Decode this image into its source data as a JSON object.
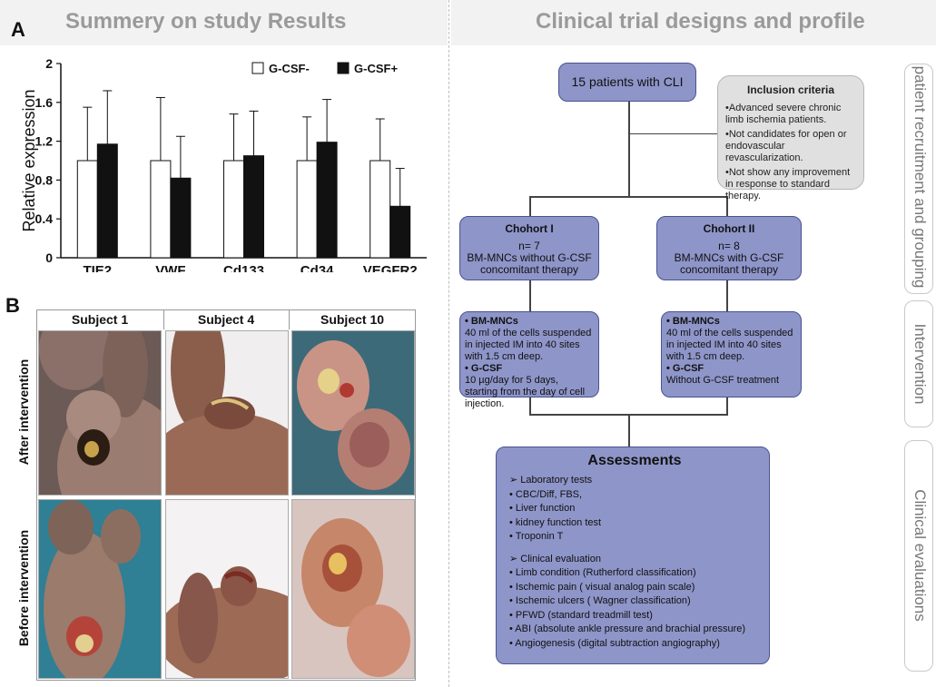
{
  "panel_a": {
    "letter": "A",
    "title": "Summery on study Results"
  },
  "panel_b": {
    "letter": "B",
    "columns": [
      "Subject 1",
      "Subject 4",
      "Subject 10"
    ],
    "rows": [
      "After intervention",
      "Before intervention"
    ]
  },
  "right_panel": {
    "title": "Clinical trial designs and profile"
  },
  "chart_data": {
    "type": "bar",
    "categories": [
      "TIE2",
      "VWF",
      "Cd133",
      "Cd34",
      "VEGFR2"
    ],
    "series": [
      {
        "name": "G-CSF-",
        "values": [
          1.0,
          1.0,
          1.0,
          1.0,
          1.0
        ],
        "errors": [
          0.55,
          0.65,
          0.48,
          0.45,
          0.43
        ],
        "color": "#ffffff"
      },
      {
        "name": "G-CSF+",
        "values": [
          1.17,
          0.82,
          1.05,
          1.19,
          0.53
        ],
        "errors": [
          0.55,
          0.43,
          0.46,
          0.44,
          0.39
        ],
        "color": "#111111"
      }
    ],
    "ylabel": "Relative expression",
    "ylim": [
      0,
      2
    ],
    "yticks": [
      "0",
      "0.4",
      "0.8",
      "1.2",
      "1.6",
      "2"
    ],
    "legend": "top-right"
  },
  "flow": {
    "patients": "15 patients with CLI",
    "inclusion": {
      "title": "Inclusion criteria",
      "items": [
        "•Advanced severe chronic limb ischemia patients.",
        "•Not candidates for open or endovascular revascularization.",
        "•Not show any improvement in response to standard therapy."
      ]
    },
    "cohort1": {
      "title": "Chohort I",
      "n": "n= 7",
      "desc": "BM-MNCs without G-CSF concomitant therapy"
    },
    "cohort2": {
      "title": "Chohort II",
      "n": "n= 8",
      "desc": "BM-MNCs with G-CSF concomitant therapy"
    },
    "intervention1": {
      "h1": "• BM-MNCs",
      "t1": "40 ml of the cells suspended in injected IM into 40 sites with 1.5 cm deep.",
      "h2": "• G-CSF",
      "t2": "10 µg/day for 5 days, starting from the day of cell injection."
    },
    "intervention2": {
      "h1": "• BM-MNCs",
      "t1": "40 ml of the cells suspended in injected IM into 40 sites with 1.5 cm deep.",
      "h2": "• G-CSF",
      "t2": "Without G-CSF treatment"
    },
    "assessments": {
      "title": "Assessments",
      "lab_head": "➢  Laboratory tests",
      "lab_items": [
        "• CBC/Diff, FBS,",
        "• Liver function",
        "• kidney function test",
        "• Troponin T"
      ],
      "clin_head": "➢  Clinical evaluation",
      "clin_items": [
        "• Limb condition (Rutherford classification)",
        "• Ischemic pain ( visual analog pain scale)",
        "• Ischemic ulcers (  Wagner classification)",
        "• PFWD (standard treadmill test)",
        "• ABI (absolute ankle pressure and brachial pressure)",
        "• Angiogenesis (digital subtraction angiography)"
      ]
    }
  },
  "side_tabs": [
    "patient recruitment and grouping",
    "Intervention",
    "Clinical evaluations"
  ]
}
